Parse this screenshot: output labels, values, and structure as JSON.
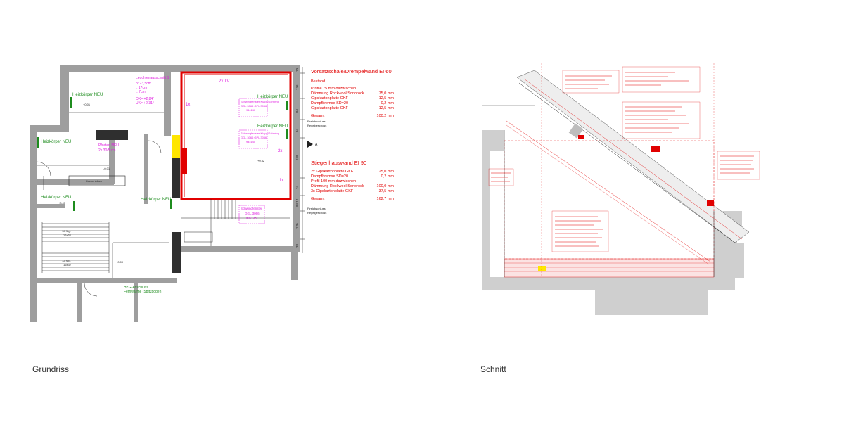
{
  "colors": {
    "wall": "#9e9e9e",
    "wall_dark": "#2f2f2f",
    "line": "#222222",
    "red": "#e10000",
    "green": "#1e8c1e",
    "magenta": "#e020e0",
    "yellow": "#ffe600",
    "hatch": "#f0b0b0",
    "ground": "#cfcfcf"
  },
  "captions": {
    "plan": "Grundriss",
    "section": "Schnitt"
  },
  "plan": {
    "heizkoerper_label": "Heizkörper NEU",
    "leuchte": {
      "title": "Leuchtenausschnitt 5",
      "lines": [
        "b: 23,5cm",
        "l: 17cm",
        "t: 7cm"
      ],
      "ok": [
        "OK= +2,84°",
        "UK= +2,31°"
      ]
    },
    "pfosten": {
      "title": "Pfosten NEU",
      "dim": "2x 30/5 cm"
    },
    "kuechenblock": "Kuchenblock",
    "schwingfenster": {
      "title": "Schwingfenster Klapp/Schwing",
      "model": "GGL 3066 GPL 3066",
      "size": "94x140"
    },
    "schwingfenster_lower": {
      "title": "Schwingfenster",
      "model": "GGL 3066",
      "size": "94x140"
    },
    "tv_label": "2x TV",
    "one_x": "1x",
    "two_x": "2x",
    "small_levels": [
      "+0.01",
      "-0.01",
      "+0.00",
      "+0.32",
      "+0.05"
    ],
    "stair_labels": [
      "12 Stg.",
      "16x32",
      "12 Stg.",
      "16x32"
    ],
    "hzg": [
      "HZG-Anschluss",
      "Fernwärme (Spitzboden)"
    ],
    "dims_right": [
      "10",
      "136",
      "94",
      "94",
      "249",
      "34",
      "94 12",
      "120",
      "38"
    ],
    "right_notes": [
      "Firstabschluss",
      "Regelgeschoss"
    ],
    "wall_ei60": {
      "title": "Vorsatzschale/Drempelwand EI 60",
      "subtitle": "Bestand",
      "rows": [
        {
          "label": "Profile 75 mm dazwischen",
          "value": ""
        },
        {
          "label": "Dämmung Rockwool Sonorock",
          "value": "75,0 mm"
        },
        {
          "label": "Gipskartonplatte GKF",
          "value": "12,5 mm"
        },
        {
          "label": "Dampfbremse SD=20",
          "value": "0,2 mm"
        },
        {
          "label": "Gipskartonplatte GKF",
          "value": "12,5 mm"
        }
      ],
      "total_label": "Gesamt",
      "total_value": "100,2 mm"
    },
    "wall_ei90": {
      "title": "Stiegenhauswand EI 90",
      "rows": [
        {
          "label": "2x Gipskartonplatte GKF",
          "value": "25,0 mm"
        },
        {
          "label": "Dampfbremse SD=20",
          "value": "0,2 mm"
        },
        {
          "label": "Profil 100 mm dazwischen",
          "value": ""
        },
        {
          "label": "Dämmung Rockwool Sonorock",
          "value": "100,0 mm"
        },
        {
          "label": "3x Gipskartonplatte GKF",
          "value": "37,5 mm"
        }
      ],
      "total_label": "Gesamt",
      "total_value": "162,7 mm"
    },
    "axis_marker": "A"
  }
}
